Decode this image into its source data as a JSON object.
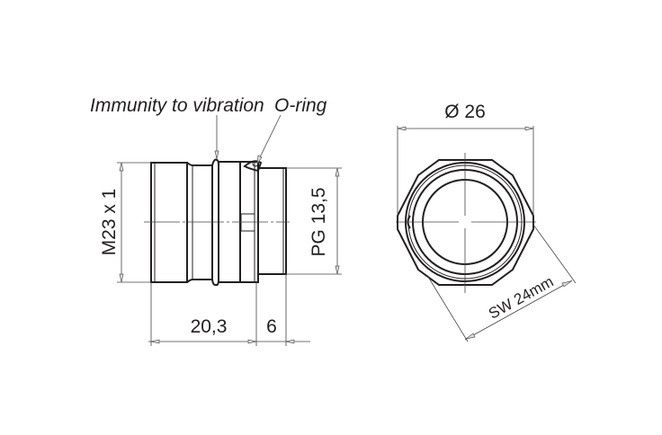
{
  "labels": {
    "immunity": "Immunity to vibration",
    "oring": "O-ring"
  },
  "dimensions": {
    "thread": "M23 x 1",
    "pg": "PG 13,5",
    "length_body": "20,3",
    "length_thread": "6",
    "diameter": "Ø 26",
    "wrench": "SW 24mm"
  }
}
